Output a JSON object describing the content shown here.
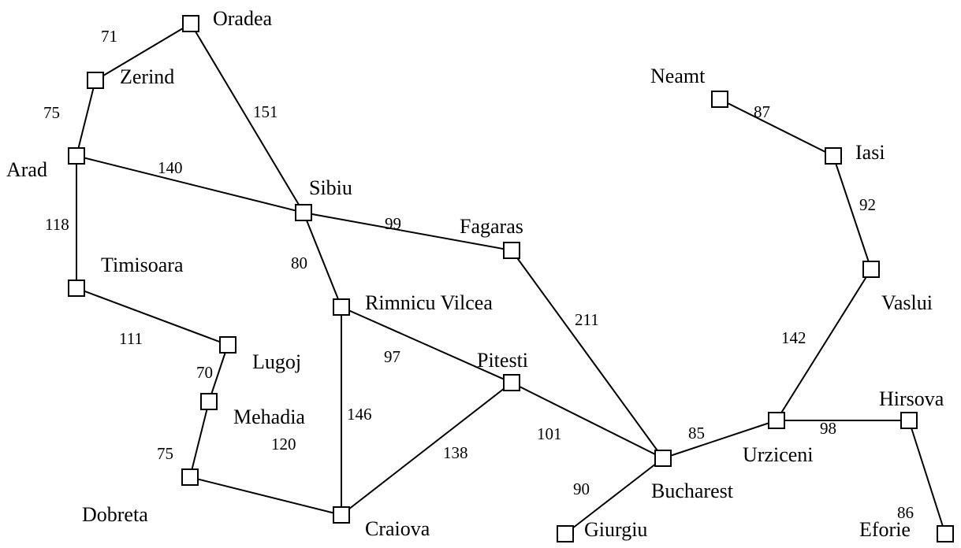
{
  "colors": {
    "line": "#000000",
    "node_fill": "#ffffff",
    "background": "#ffffff"
  },
  "node_icon": "square-node-icon",
  "cities": [
    {
      "id": "oradea",
      "name": "Oradea"
    },
    {
      "id": "zerind",
      "name": "Zerind"
    },
    {
      "id": "arad",
      "name": "Arad"
    },
    {
      "id": "timisoara",
      "name": "Timisoara"
    },
    {
      "id": "lugoj",
      "name": "Lugoj"
    },
    {
      "id": "mehadia",
      "name": "Mehadia"
    },
    {
      "id": "dobreta",
      "name": "Dobreta"
    },
    {
      "id": "sibiu",
      "name": "Sibiu"
    },
    {
      "id": "rimnicu",
      "name": "Rimnicu Vilcea"
    },
    {
      "id": "craiova",
      "name": "Craiova"
    },
    {
      "id": "fagaras",
      "name": "Fagaras"
    },
    {
      "id": "pitesti",
      "name": "Pitesti"
    },
    {
      "id": "bucharest",
      "name": "Bucharest"
    },
    {
      "id": "giurgiu",
      "name": "Giurgiu"
    },
    {
      "id": "urziceni",
      "name": "Urziceni"
    },
    {
      "id": "hirsova",
      "name": "Hirsova"
    },
    {
      "id": "eforie",
      "name": "Eforie"
    },
    {
      "id": "vaslui",
      "name": "Vaslui"
    },
    {
      "id": "iasi",
      "name": "Iasi"
    },
    {
      "id": "neamt",
      "name": "Neamt"
    }
  ],
  "roads": [
    {
      "from": "oradea",
      "to": "zerind",
      "distance": "71"
    },
    {
      "from": "zerind",
      "to": "arad",
      "distance": "75"
    },
    {
      "from": "oradea",
      "to": "sibiu",
      "distance": "151"
    },
    {
      "from": "arad",
      "to": "sibiu",
      "distance": "140"
    },
    {
      "from": "arad",
      "to": "timisoara",
      "distance": "118"
    },
    {
      "from": "timisoara",
      "to": "lugoj",
      "distance": "111"
    },
    {
      "from": "lugoj",
      "to": "mehadia",
      "distance": "70"
    },
    {
      "from": "mehadia",
      "to": "dobreta",
      "distance": "75"
    },
    {
      "from": "dobreta",
      "to": "craiova",
      "distance": "120"
    },
    {
      "from": "sibiu",
      "to": "fagaras",
      "distance": "99"
    },
    {
      "from": "sibiu",
      "to": "rimnicu",
      "distance": "80"
    },
    {
      "from": "rimnicu",
      "to": "pitesti",
      "distance": "97"
    },
    {
      "from": "rimnicu",
      "to": "craiova",
      "distance": "146"
    },
    {
      "from": "craiova",
      "to": "pitesti",
      "distance": "138"
    },
    {
      "from": "fagaras",
      "to": "bucharest",
      "distance": "211"
    },
    {
      "from": "pitesti",
      "to": "bucharest",
      "distance": "101"
    },
    {
      "from": "bucharest",
      "to": "giurgiu",
      "distance": "90"
    },
    {
      "from": "bucharest",
      "to": "urziceni",
      "distance": "85"
    },
    {
      "from": "urziceni",
      "to": "hirsova",
      "distance": "98"
    },
    {
      "from": "hirsova",
      "to": "eforie",
      "distance": "86"
    },
    {
      "from": "urziceni",
      "to": "vaslui",
      "distance": "142"
    },
    {
      "from": "vaslui",
      "to": "iasi",
      "distance": "92"
    },
    {
      "from": "iasi",
      "to": "neamt",
      "distance": "87"
    }
  ]
}
